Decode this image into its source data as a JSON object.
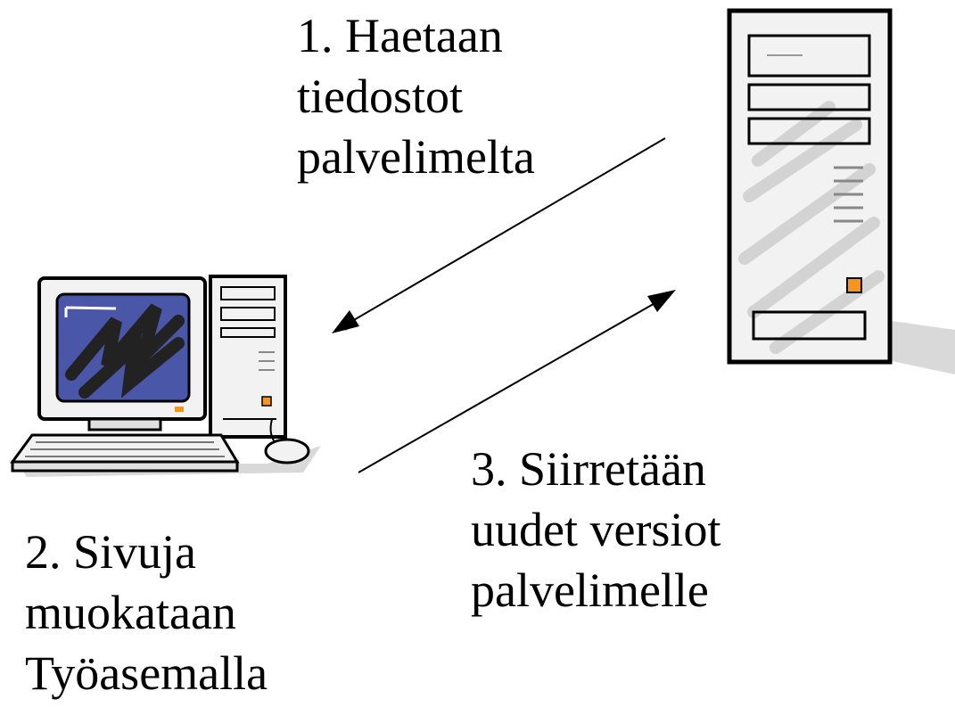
{
  "steps": [
    {
      "lines": [
        "1. Haetaan",
        "tiedostot",
        "palvelimelta"
      ]
    },
    {
      "lines": [
        "2. Sivuja",
        "muokataan",
        "Työasemalla"
      ]
    },
    {
      "lines": [
        "3. Siirretään",
        "uudet versiot",
        "palvelimelle"
      ]
    }
  ],
  "icons": {
    "workstation": "desktop-computer-icon",
    "server": "server-tower-icon"
  },
  "colors": {
    "screen": "#4a57a8",
    "accent": "#f7941d",
    "stroke": "#000000",
    "shade": "#d9d9d9"
  }
}
